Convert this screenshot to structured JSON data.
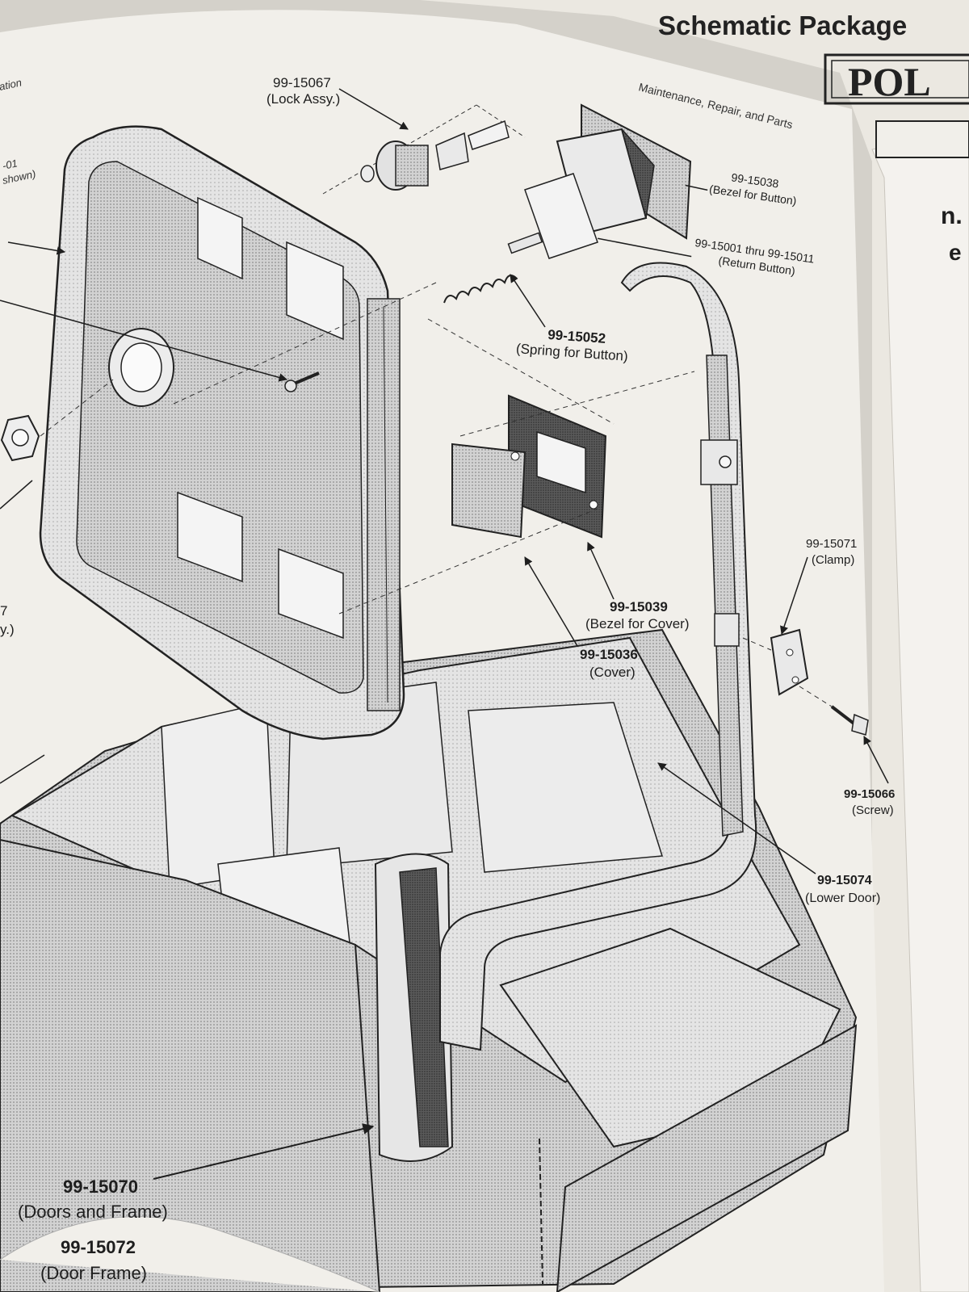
{
  "header": {
    "package_title": "Schematic Package",
    "running_head": "Maintenance, Repair, and Parts",
    "logo_fragment": "POL",
    "right_edge_fragments": [
      "n.",
      "e"
    ]
  },
  "left_edge_fragments": [
    "ation",
    "-01",
    "shown)",
    "7",
    "y.)"
  ],
  "colors": {
    "paper": "#f1efea",
    "ink": "#1e1e1e",
    "screen_tone": "#c6c6c6",
    "dark_tone": "#6a6a6a"
  },
  "callouts": [
    {
      "part": "99-15067",
      "desc": "(Lock Assy.)"
    },
    {
      "part": "99-15038",
      "desc": "(Bezel for Button)"
    },
    {
      "part": "99-15001 thru 99-15011",
      "desc": "(Return Button)"
    },
    {
      "part": "99-15052",
      "desc": "(Spring for Button)"
    },
    {
      "part": "99-15039",
      "desc": "(Bezel for Cover)"
    },
    {
      "part": "99-15036",
      "desc": "(Cover)"
    },
    {
      "part": "99-15071",
      "desc": "(Clamp)"
    },
    {
      "part": "99-15066",
      "desc": "(Screw)"
    },
    {
      "part": "99-15074",
      "desc": "(Lower Door)"
    },
    {
      "part": "99-15070",
      "desc": "(Doors and Frame)"
    },
    {
      "part": "99-15072",
      "desc": "(Door Frame)"
    }
  ]
}
